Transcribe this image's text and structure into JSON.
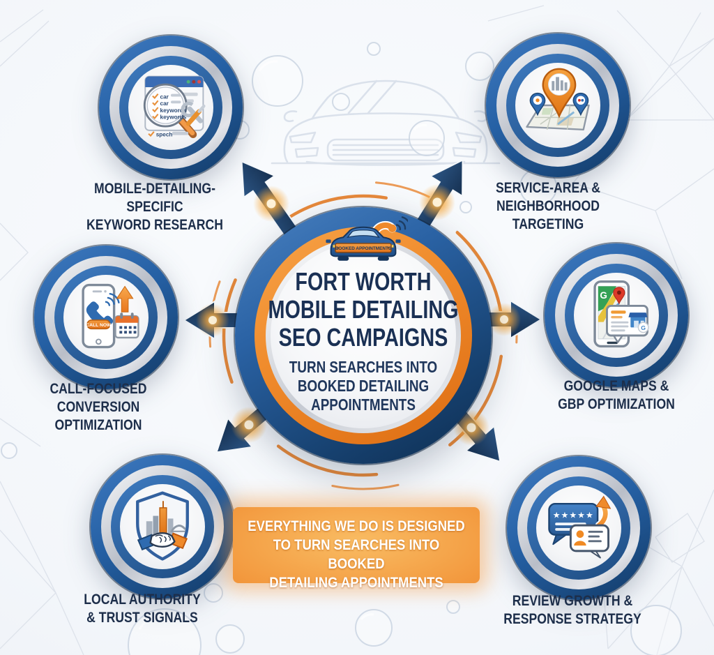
{
  "center": {
    "badge_text": "BOOKED APPOINTMENTS",
    "title_lines": [
      "FORT WORTH",
      "MOBILE DETAILING",
      "SEO CAMPAIGNS"
    ],
    "subtitle_lines": [
      "TURN SEARCHES INTO",
      "BOOKED DETAILING",
      "APPOINTMENTS"
    ]
  },
  "nodes": [
    {
      "id": "keyword-research",
      "icon": "keyword-research-icon",
      "label_lines": [
        "MOBILE-DETAILING-SPECIFIC",
        "KEYWORD RESEARCH"
      ],
      "search_terms": [
        "car",
        "car",
        "keywords",
        "keywords",
        "spech"
      ]
    },
    {
      "id": "service-area-targeting",
      "icon": "map-pin-city-icon",
      "label_lines": [
        "SERVICE-AREA &",
        "NEIGHBORHOOD",
        "TARGETING"
      ]
    },
    {
      "id": "call-focused-conversion",
      "icon": "phone-call-now-icon",
      "call_button_label": "CALL NOW",
      "label_lines": [
        "CALL-FOCUSED",
        "CONVERSION OPTIMIZATION"
      ]
    },
    {
      "id": "google-maps-gbp",
      "icon": "google-maps-phone-icon",
      "map_logo_letter": "G",
      "gbp_badge_letter": "G",
      "label_lines": [
        "GOOGLE MAPS &",
        "GBP OPTIMIZATION"
      ]
    },
    {
      "id": "local-authority-trust",
      "icon": "shield-handshake-icon",
      "label_lines": [
        "LOCAL AUTHORITY",
        "& TRUST SIGNALS"
      ]
    },
    {
      "id": "review-growth-response",
      "icon": "review-chat-stars-icon",
      "stars": "★★★★★",
      "label_lines": [
        "REVIEW GROWTH &",
        "RESPONSE STRATEGY"
      ]
    }
  ],
  "banner": {
    "lines": [
      "EVERYTHING WE DO IS DESIGNED",
      "TO TURN SEARCHES INTO BOOKED",
      "DETAILING APPOINTMENTS"
    ]
  },
  "colors": {
    "navy": "#16385e",
    "blue": "#2a66ad",
    "orange": "#ec7b23",
    "silver": "#c9ccd4",
    "text_dark": "#1d2e4a",
    "banner_orange": "#e8731f",
    "background": "#f3f6fa"
  }
}
